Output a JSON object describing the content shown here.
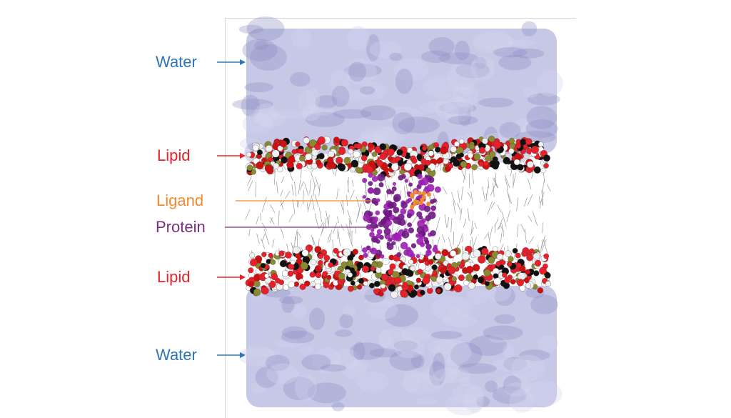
{
  "labels": {
    "water_top": "Water",
    "lipid_top": "Lipid",
    "ligand": "Ligand",
    "protein": "Protein",
    "lipid_bottom": "Lipid",
    "water_bottom": "Water"
  },
  "colors": {
    "water": "#2e75b6",
    "lipid": "#e8202a",
    "ligand": "#f08a30",
    "protein": "#7a2f7e",
    "water_surface": "#b4b6de"
  }
}
